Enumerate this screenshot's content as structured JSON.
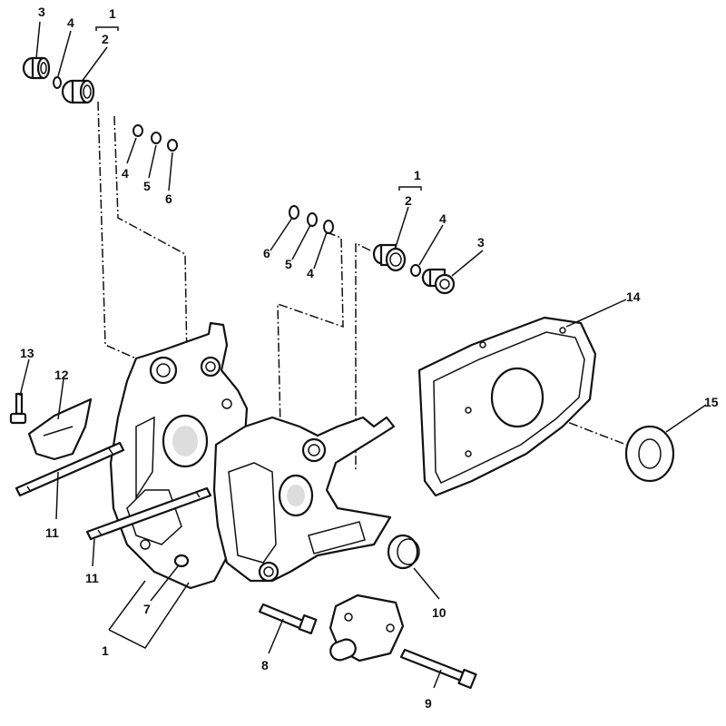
{
  "callouts": {
    "c1_top_left": "1",
    "c2_top_left": "2",
    "c3_top_left": "3",
    "c4_top_left": "4",
    "c4_mid_left": "4",
    "c5_mid_left": "5",
    "c6_mid_left": "6",
    "c1_top_right": "1",
    "c2_top_right": "2",
    "c3_top_right": "3",
    "c4_top_right": "4",
    "c6_mid_center": "6",
    "c5_mid_center": "5",
    "c4_mid_center": "4",
    "c14": "14",
    "c15": "15",
    "c13": "13",
    "c12": "12",
    "c11_upper": "11",
    "c11_lower": "11",
    "c7": "7",
    "c1_bottom": "1",
    "c8": "8",
    "c9": "9",
    "c10": "10"
  }
}
